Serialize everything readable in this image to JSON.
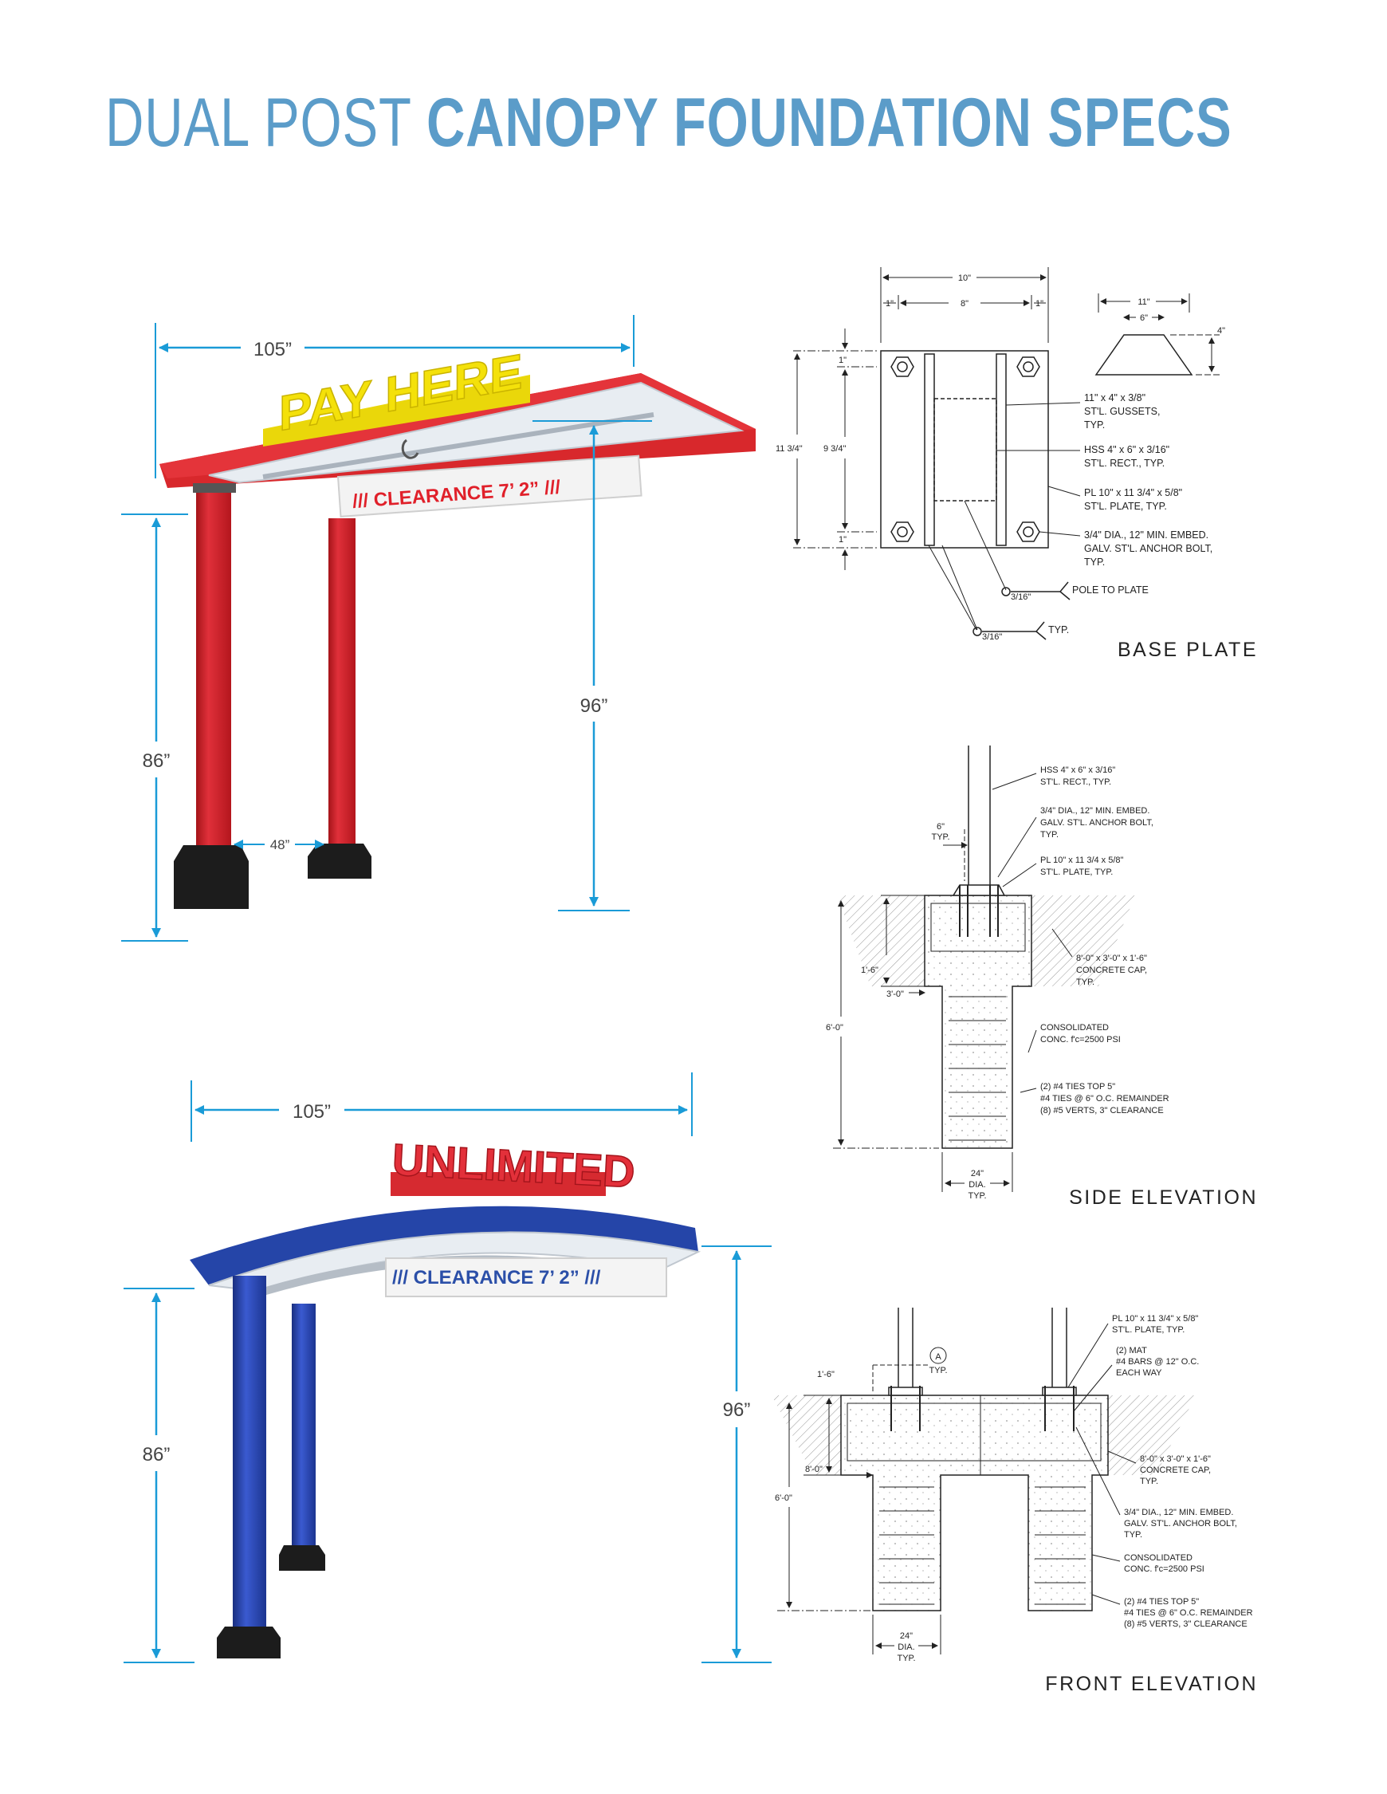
{
  "title": {
    "light": "DUAL POST",
    "bold": "CANOPY FOUNDATION SPECS"
  },
  "canopy_red": {
    "header_sign": "PAY HERE",
    "clearance_sign": "/// CLEARANCE 7’ 2” ///",
    "width": "105”",
    "post_height": "86”",
    "total_height": "96”",
    "post_spacing": "48”"
  },
  "canopy_blue": {
    "header_sign": "UNLIMITED",
    "clearance_sign": "/// CLEARANCE 7’ 2” ///",
    "width": "105”",
    "post_height": "86”",
    "total_height": "96”"
  },
  "base_plate": {
    "caption": "BASE PLATE",
    "dims": {
      "overall_w": "10\"",
      "edge1": "1\"",
      "inner_w": "8\"",
      "edge2": "1\"",
      "height_outer": "11 3/4\"",
      "height_inner": "9 3/4\"",
      "top_edge": "1\"",
      "bottom_edge": "1\"",
      "gusset_w": "11\"",
      "gusset_top": "6\"",
      "gusset_h": "4\""
    },
    "notes": [
      [
        "11\" x 4\" x 3/8\"",
        "ST'L. GUSSETS,",
        "TYP."
      ],
      [
        "HSS 4\" x 6\" x 3/16\"",
        "ST'L. RECT., TYP."
      ],
      [
        "PL 10\" x 11 3/4\" x 5/8\"",
        "ST'L. PLATE, TYP."
      ],
      [
        "3/4\" DIA., 12\" MIN. EMBED.",
        "GALV. ST'L. ANCHOR BOLT,",
        "TYP."
      ]
    ],
    "weld1": "3/16\"",
    "weld1_label": "POLE TO PLATE",
    "weld2": "3/16\"",
    "weld2_label": "TYP."
  },
  "side_elevation": {
    "caption": "SIDE ELEVATION",
    "dims": {
      "post_offset": "6\"",
      "post_offset_sub": "TYP.",
      "cap_depth": "1'-6\"",
      "cap_width": "3'-0\"",
      "total_depth": "6'-0\"",
      "shaft_dia": "24\"",
      "shaft_dia_sub1": "DIA.",
      "shaft_dia_sub2": "TYP."
    },
    "notes": [
      [
        "HSS 4\" x 6\" x 3/16\"",
        "ST'L. RECT., TYP."
      ],
      [
        "3/4\" DIA., 12\" MIN. EMBED.",
        "GALV. ST'L. ANCHOR BOLT,",
        "TYP."
      ],
      [
        "PL 10\" x 11 3/4 x 5/8\"",
        "ST'L. PLATE, TYP."
      ],
      [
        "8'-0\" x 3'-0\" x 1'-6\"",
        "CONCRETE CAP,",
        "TYP."
      ],
      [
        "CONSOLIDATED",
        "CONC. f'c=2500 PSI"
      ],
      [
        "(2) #4 TIES TOP 5\"",
        "#4 TIES @ 6\" O.C. REMAINDER",
        "(8) #5 VERTS, 3\" CLEARANCE"
      ]
    ]
  },
  "front_elevation": {
    "caption": "FRONT ELEVATION",
    "dims": {
      "cap_depth": "1'-6\"",
      "cap_width": "8'-0\"",
      "total_depth": "6'-0\"",
      "shaft_dia": "24\"",
      "shaft_dia_sub1": "DIA.",
      "shaft_dia_sub2": "TYP.",
      "detail_tag": "A",
      "detail_sub": "TYP."
    },
    "notes": [
      [
        "PL 10\" x 11 3/4\" x 5/8\"",
        "ST'L. PLATE, TYP."
      ],
      [
        "(2) MAT",
        "#4 BARS @ 12\" O.C.",
        "EACH WAY"
      ],
      [
        "8'-0\" x 3'-0\" x 1'-6\"",
        "CONCRETE CAP,",
        "TYP."
      ],
      [
        "3/4\" DIA., 12\" MIN. EMBED.",
        "GALV. ST'L. ANCHOR BOLT,",
        "TYP."
      ],
      [
        "CONSOLIDATED",
        "CONC. f'c=2500 PSI"
      ],
      [
        "(2) #4 TIES TOP 5\"",
        "#4 TIES @ 6\" O.C. REMAINDER",
        "(8) #5 VERTS, 3\" CLEARANCE"
      ]
    ]
  },
  "colors": {
    "title": "#5b9cc9",
    "dimension": "#1a9bd7",
    "red_canopy": "#d8282c",
    "blue_canopy": "#2545a8",
    "yellow_sign": "#f4e10a"
  }
}
